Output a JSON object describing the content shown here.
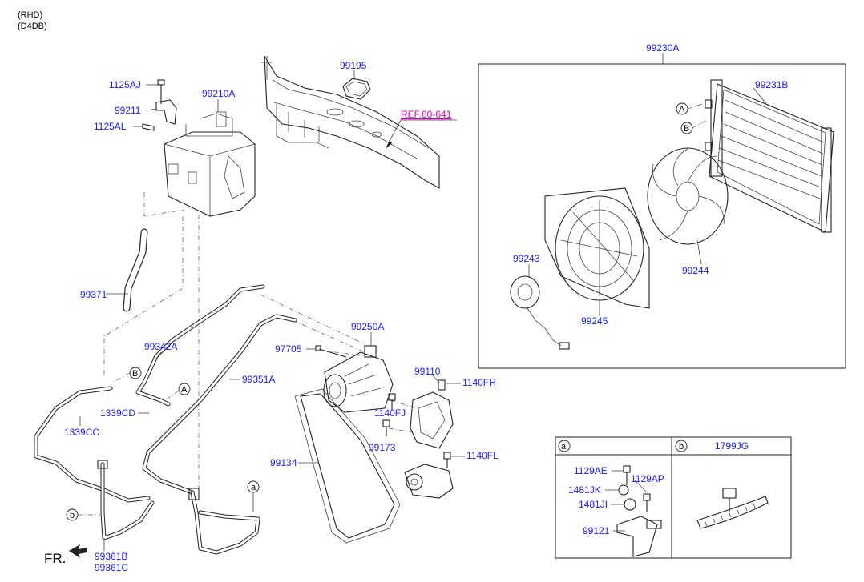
{
  "header": {
    "line1": "(RHD)",
    "line2": "(D4DB)"
  },
  "reference": "REF.60-641",
  "front_marker": "FR.",
  "part_labels": {
    "p99195": "99195",
    "p1125AJ": "1125AJ",
    "p99210A": "99210A",
    "p99211": "99211",
    "p1125AL": "1125AL",
    "p99371": "99371",
    "p99342A": "99342A",
    "p99351A": "99351A",
    "p1339CD": "1339CD",
    "p1339CC": "1339CC",
    "p99250A": "99250A",
    "p97705": "97705",
    "p99110": "99110",
    "p1140FH": "1140FH",
    "p1140FJ": "1140FJ",
    "p99173": "99173",
    "p1140FL": "1140FL",
    "p99134": "99134",
    "p99361B": "99361B",
    "p99361C": "99361C",
    "p99230A": "99230A",
    "p99231B": "99231B",
    "p99243": "99243",
    "p99244": "99244",
    "p99245": "99245"
  },
  "callouts": {
    "A": "A",
    "B": "B",
    "a": "a",
    "b": "b"
  },
  "detail_table": {
    "col_a": {
      "key": "a",
      "parts": [
        "1129AE",
        "1129AP",
        "1481JK",
        "1481JI",
        "99121"
      ]
    },
    "col_b": {
      "key": "b",
      "title": "1799JG"
    }
  },
  "colors": {
    "part_number": "#1a1aff",
    "reference": "#e000c8",
    "line": "#222222"
  }
}
